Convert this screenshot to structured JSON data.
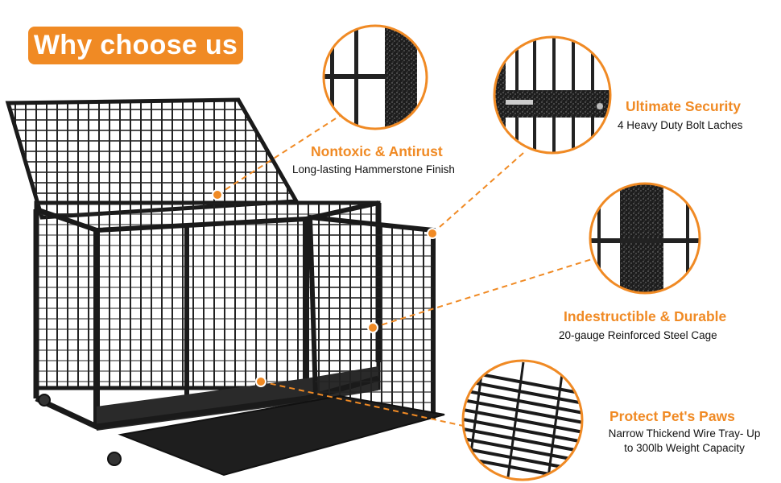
{
  "header": {
    "badge_label": "Why choose us"
  },
  "features": [
    {
      "title": "Nontoxic & Antirust",
      "description": "Long-lasting Hammerstone Finish"
    },
    {
      "title": "Ultimate Security",
      "description": "4 Heavy Duty Bolt Laches"
    },
    {
      "title": "Indestructible & Durable",
      "description": "20-gauge Reinforced Steel Cage"
    },
    {
      "title": "Protect Pet's Paws",
      "description_line1": "Narrow Thickend Wire Tray- Up",
      "description_line2": "to 300lb Weight Capacity"
    }
  ],
  "colors": {
    "accent": "#F08A24",
    "frame": "#1a1a1a",
    "text": "#111111"
  },
  "icons": [
    "callout-dot-icon",
    "zoom-circle-icon"
  ]
}
